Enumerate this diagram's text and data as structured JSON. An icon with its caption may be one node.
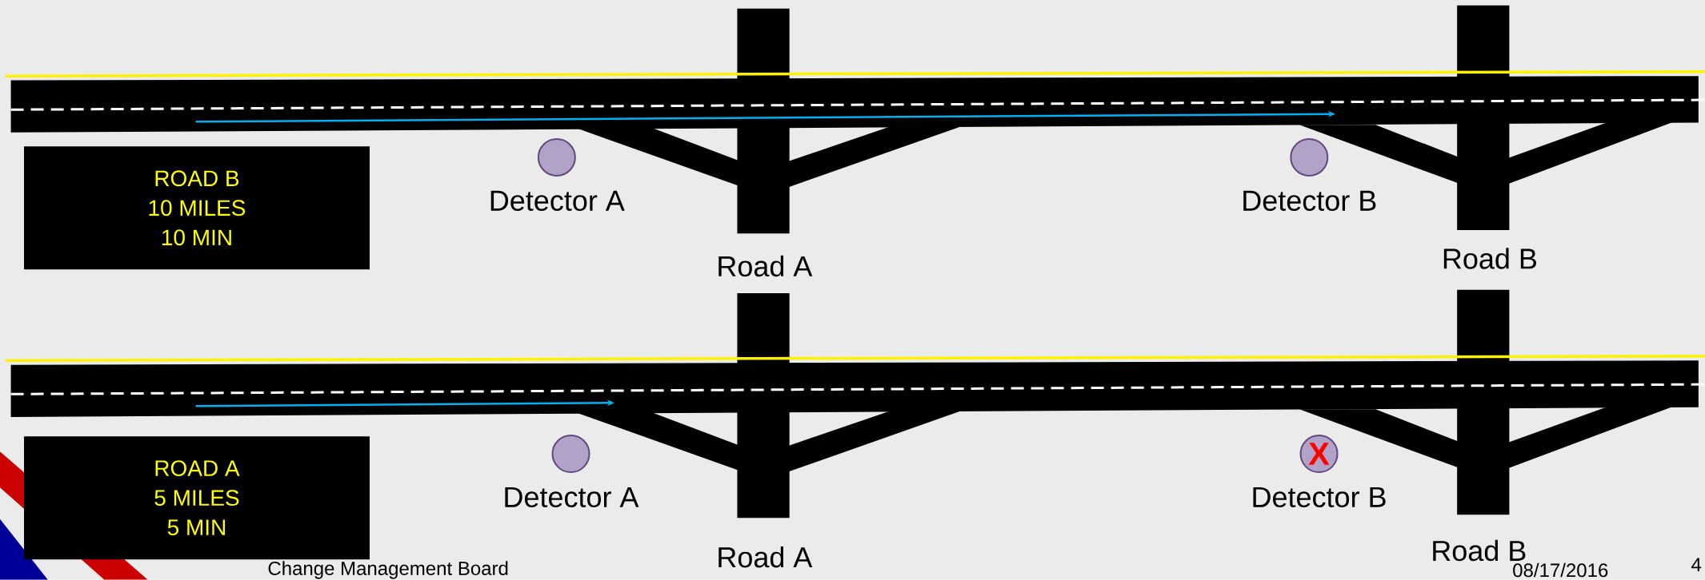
{
  "diagram": {
    "nodes": [
      {
        "text": [
          "ROAD B",
          "10 MILES",
          "10 MIN"
        ]
      },
      {
        "text": [],
        "shape": "circle",
        "beside": [
          "Detector A"
        ]
      },
      {
        "text": [],
        "shape": "circle",
        "beside": [
          "Detector B"
        ]
      },
      {
        "text": [
          "ROAD A",
          "5 MILES",
          "5 MIN"
        ]
      },
      {
        "text": [],
        "shape": "circle",
        "beside": [
          "Detector A"
        ]
      },
      {
        "text": [
          "X"
        ],
        "beside": [
          "Detector B"
        ]
      }
    ],
    "labels": [
      "Road A",
      "Road B",
      "Road A",
      "Road B",
      "Change Management Board",
      "08/17/2016",
      "4"
    ]
  }
}
